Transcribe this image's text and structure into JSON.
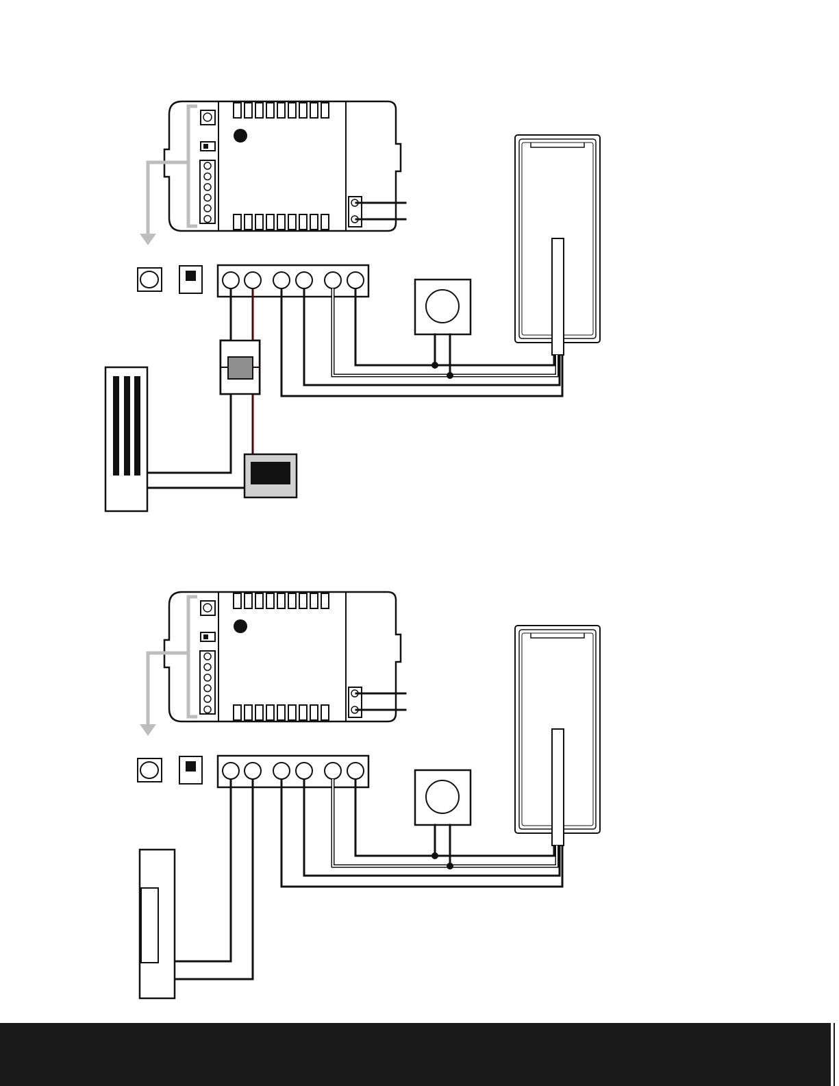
{
  "colors": {
    "background": "#ffffff",
    "line": "#111111",
    "wire_dark": "#4a0a0a",
    "gray_arrow": "#bdbdbd",
    "gray_fill": "#8f8f8f",
    "light_gray_fill": "#d0d0d0",
    "footer": "#1a1a1a",
    "link": "#0033ff"
  },
  "diagrams": [
    {
      "name": "wiring-diagram-magnetic-lock",
      "lock": "magnetic"
    },
    {
      "name": "wiring-diagram-electric-strike",
      "lock": "strike"
    }
  ],
  "footer": {
    "link_text": ""
  }
}
